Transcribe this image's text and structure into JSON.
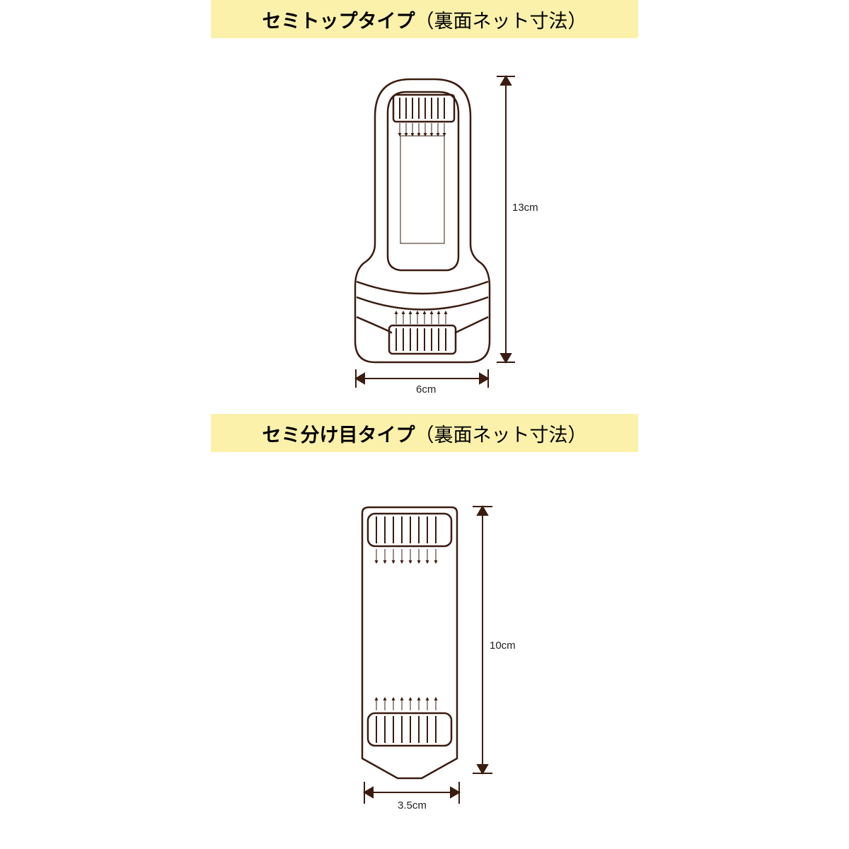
{
  "sections": [
    {
      "title_bold": "セミトップタイプ",
      "title_normal": "（裏面ネット寸法）"
    },
    {
      "title_bold": "セミ分け目タイプ",
      "title_normal": "（裏面ネット寸法）"
    }
  ],
  "dimensions": {
    "top_height": "13cm",
    "top_width": "6cm",
    "bottom_height": "10cm",
    "bottom_width": "3.5cm"
  },
  "colors": {
    "banner": "#fbf1ab",
    "line": "#3a1c10"
  }
}
